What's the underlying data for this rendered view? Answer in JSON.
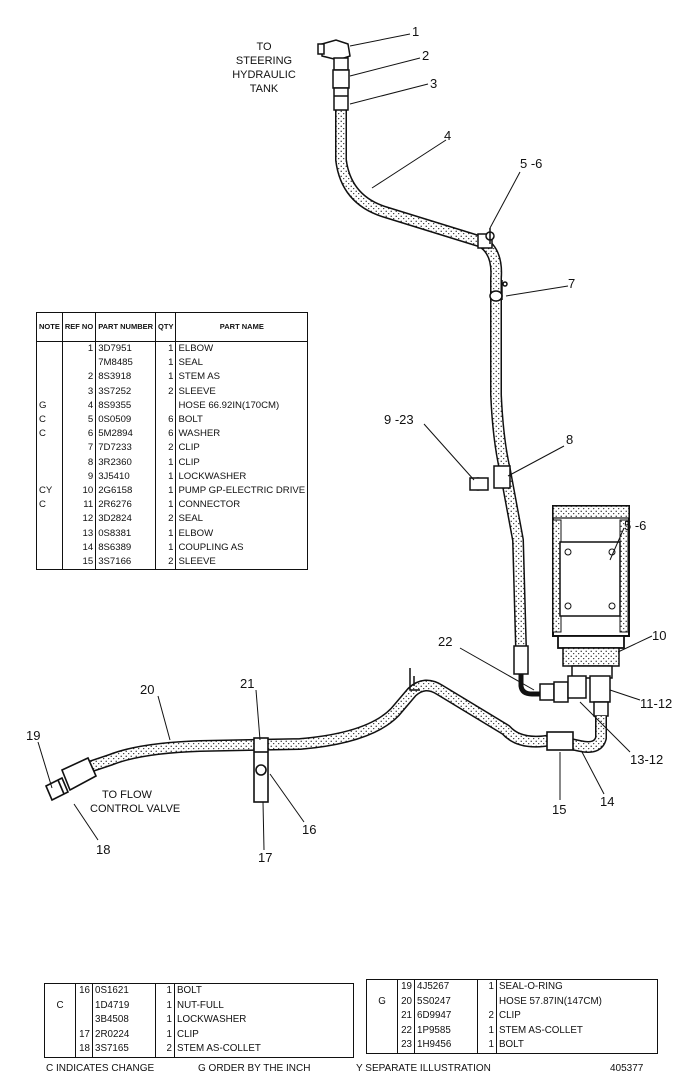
{
  "notes": {
    "to_tank": [
      "TO",
      "STEERING",
      "HYDRAULIC",
      "TANK"
    ],
    "to_valve": [
      "TO FLOW",
      "CONTROL VALVE"
    ]
  },
  "callouts": [
    "1",
    "2",
    "3",
    "4",
    "5 -6",
    "7",
    "8",
    "9 -23",
    "5 -6",
    "10",
    "11-12",
    "13-12",
    "14",
    "15",
    "22",
    "21",
    "20",
    "19",
    "18",
    "17",
    "16"
  ],
  "parts_table": {
    "headers": [
      "NOTE",
      "REF NO",
      "PART NUMBER",
      "QTY",
      "PART NAME"
    ],
    "rows": [
      [
        "",
        "1",
        "3D7951",
        "1",
        "ELBOW"
      ],
      [
        "",
        "",
        "7M8485",
        "1",
        "SEAL"
      ],
      [
        "",
        "2",
        "8S3918",
        "1",
        "STEM AS"
      ],
      [
        "",
        "3",
        "3S7252",
        "2",
        "SLEEVE"
      ],
      [
        "G",
        "4",
        "8S9355",
        "",
        "HOSE 66.92IN(170CM)"
      ],
      [
        "C",
        "5",
        "0S0509",
        "6",
        "BOLT"
      ],
      [
        "C",
        "6",
        "5M2894",
        "6",
        "WASHER"
      ],
      [
        "",
        "7",
        "7D7233",
        "2",
        "CLIP"
      ],
      [
        "",
        "8",
        "3R2360",
        "1",
        "CLIP"
      ],
      [
        "",
        "9",
        "3J5410",
        "1",
        "LOCKWASHER"
      ],
      [
        "CY",
        "10",
        "2G6158",
        "1",
        "PUMP GP-ELECTRIC DRIVE"
      ],
      [
        "C",
        "11",
        "2R6276",
        "1",
        "CONNECTOR"
      ],
      [
        "",
        "12",
        "3D2824",
        "2",
        "SEAL"
      ],
      [
        "",
        "13",
        "0S8381",
        "1",
        "ELBOW"
      ],
      [
        "",
        "14",
        "8S6389",
        "1",
        "COUPLING AS"
      ],
      [
        "",
        "15",
        "3S7166",
        "2",
        "SLEEVE"
      ]
    ]
  },
  "bottom_left_table": {
    "rows": [
      [
        "",
        "16",
        "0S1621",
        "1",
        "BOLT"
      ],
      [
        "C",
        "",
        "1D4719",
        "1",
        "NUT-FULL"
      ],
      [
        "",
        "",
        "3B4508",
        "1",
        "LOCKWASHER"
      ],
      [
        "",
        "17",
        "2R0224",
        "1",
        "CLIP"
      ],
      [
        "",
        "18",
        "3S7165",
        "2",
        "STEM AS-COLLET"
      ]
    ]
  },
  "bottom_right_table": {
    "rows": [
      [
        "",
        "19",
        "4J5267",
        "1",
        "SEAL-O-RING"
      ],
      [
        "G",
        "20",
        "5S0247",
        "",
        "HOSE 57.87IN(147CM)"
      ],
      [
        "",
        "21",
        "6D9947",
        "2",
        "CLIP"
      ],
      [
        "",
        "22",
        "1P9585",
        "1",
        "STEM AS-COLLET"
      ],
      [
        "",
        "23",
        "1H9456",
        "1",
        "BOLT"
      ]
    ]
  },
  "footer": {
    "legend_c": "C   INDICATES  CHANGE",
    "legend_g": "G   ORDER  BY  THE  INCH",
    "legend_y": "Y   SEPARATE  ILLUSTRATION",
    "illustration_no": "405377"
  }
}
